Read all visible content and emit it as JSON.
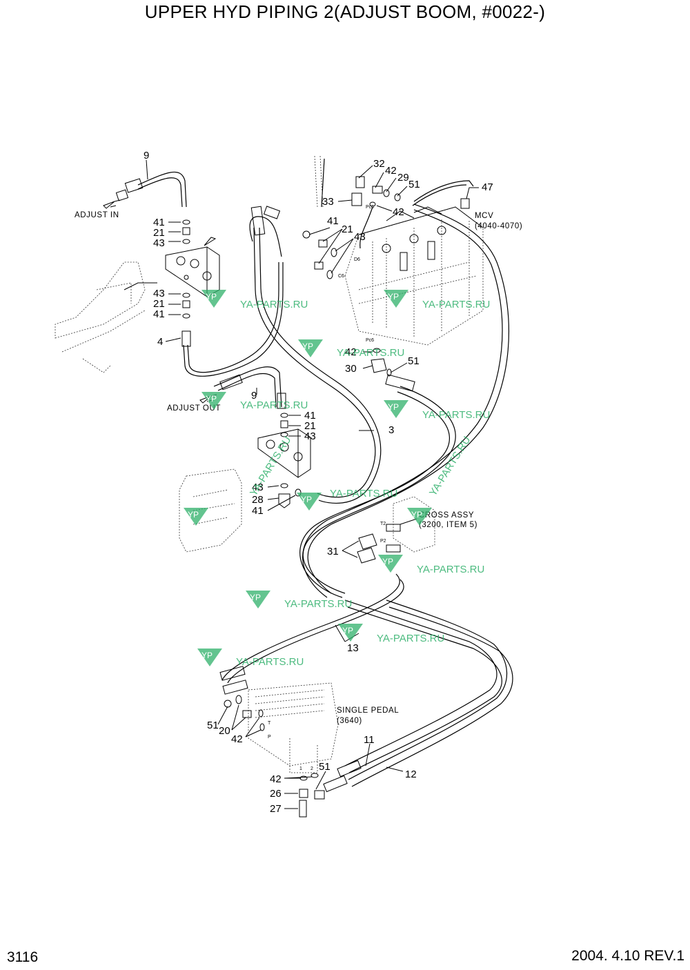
{
  "title": "UPPER HYD PIPING 2(ADJUST BOOM, #0022-)",
  "page_number": "3116",
  "revision": "2004. 4.10  REV.1",
  "notes": {
    "adjust_in": "ADJUST IN",
    "adjust_out": "ADJUST OUT",
    "mcv": "MCV",
    "mcv_ref": "(4040-4070)",
    "cross_assy": "CROSS ASSY",
    "cross_ref": "(3200, ITEM 5)",
    "single_pedal": "SINGLE PEDAL",
    "single_pedal_ref": "(3640)"
  },
  "port_marks": {
    "d6": "D6",
    "c6": "C6",
    "pc6_top": "Pc6",
    "pc6_bottom": "Pc6",
    "t2": "T2",
    "p2": "P2",
    "t": "T",
    "p": "P",
    "one": "1",
    "two": "2"
  },
  "watermark_text": "YA-PARTS.RU",
  "watermark_logo": "YP",
  "callouts": [
    {
      "id": "c9a",
      "text": "9"
    },
    {
      "id": "c41a",
      "text": "41"
    },
    {
      "id": "c21a",
      "text": "21"
    },
    {
      "id": "c43a",
      "text": "43"
    },
    {
      "id": "c43b",
      "text": "43"
    },
    {
      "id": "c21b",
      "text": "21"
    },
    {
      "id": "c41b",
      "text": "41"
    },
    {
      "id": "c4",
      "text": "4"
    },
    {
      "id": "c9b",
      "text": "9"
    },
    {
      "id": "c41c",
      "text": "41"
    },
    {
      "id": "c21c",
      "text": "21"
    },
    {
      "id": "c43c",
      "text": "43"
    },
    {
      "id": "c43d",
      "text": "43"
    },
    {
      "id": "c28",
      "text": "28"
    },
    {
      "id": "c41d",
      "text": "41"
    },
    {
      "id": "c3",
      "text": "3"
    },
    {
      "id": "c32",
      "text": "32"
    },
    {
      "id": "c42a",
      "text": "42"
    },
    {
      "id": "c29",
      "text": "29"
    },
    {
      "id": "c51a",
      "text": "51"
    },
    {
      "id": "c47",
      "text": "47"
    },
    {
      "id": "c33",
      "text": "33"
    },
    {
      "id": "c42b",
      "text": "42"
    },
    {
      "id": "c41e",
      "text": "41"
    },
    {
      "id": "c21d",
      "text": "21"
    },
    {
      "id": "c43e",
      "text": "43"
    },
    {
      "id": "c42c",
      "text": "42"
    },
    {
      "id": "c51b",
      "text": "51"
    },
    {
      "id": "c30",
      "text": "30"
    },
    {
      "id": "c31",
      "text": "31"
    },
    {
      "id": "c13",
      "text": "13"
    },
    {
      "id": "c51c",
      "text": "51"
    },
    {
      "id": "c20",
      "text": "20"
    },
    {
      "id": "c42d",
      "text": "42"
    },
    {
      "id": "c11",
      "text": "11"
    },
    {
      "id": "c12",
      "text": "12"
    },
    {
      "id": "c42e",
      "text": "42"
    },
    {
      "id": "c51d",
      "text": "51"
    },
    {
      "id": "c26",
      "text": "26"
    },
    {
      "id": "c27",
      "text": "27"
    }
  ]
}
